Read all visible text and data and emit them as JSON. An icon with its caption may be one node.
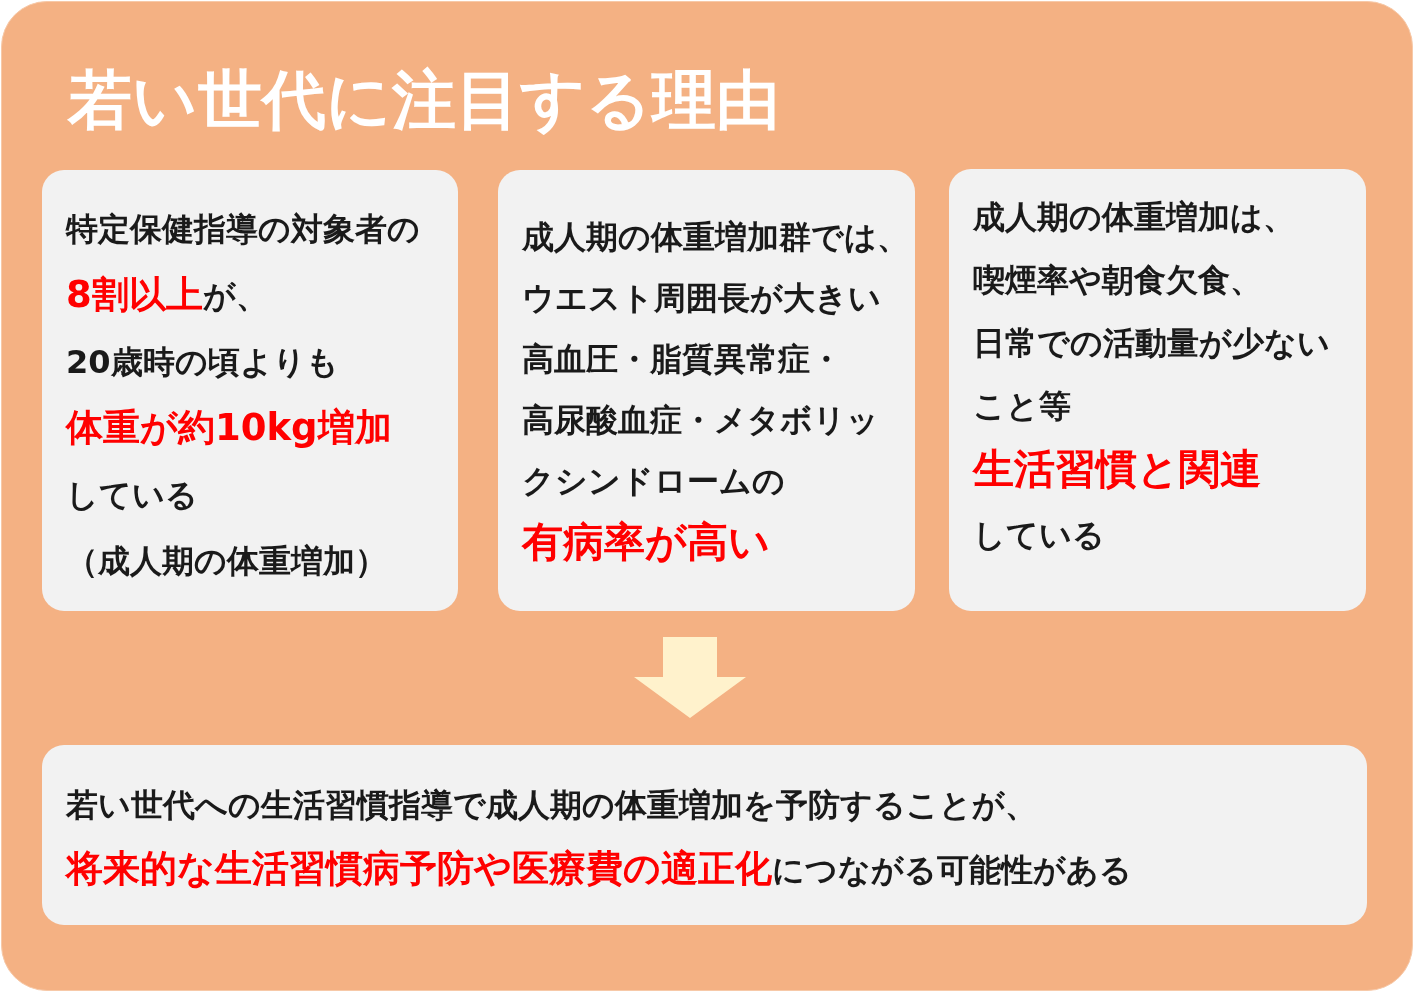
{
  "diagram": {
    "title": "若い世代に注目する理由",
    "nodes": [
      {
        "text": [
          "特定保健指導の対象者の**8割以上**が、20歳時の頃よりも**体重が約10kg増加**している（成人期の体重増加）"
        ]
      },
      {
        "text": [
          "成人期の体重増加群では、ウエスト周囲長が大きい高血圧・脂質異常症・高尿酸血症・メタボリックシンドロームの**有病率が高い**"
        ]
      },
      {
        "text": [
          "成人期の体重増加は、喫煙率や朝食欠食、日常での活動量が少ないこと等**生活習慣と関連**している"
        ]
      },
      {
        "text": [
          "若い世代への生活習慣指導で成人期の体重増加を予防することが、**将来的な生活習慣病予防や医療費の適正化**につながる可能性がある"
        ]
      }
    ],
    "edges": [
      {
        "from": 1,
        "to": 3,
        "arrow": "to"
      }
    ]
  }
}
